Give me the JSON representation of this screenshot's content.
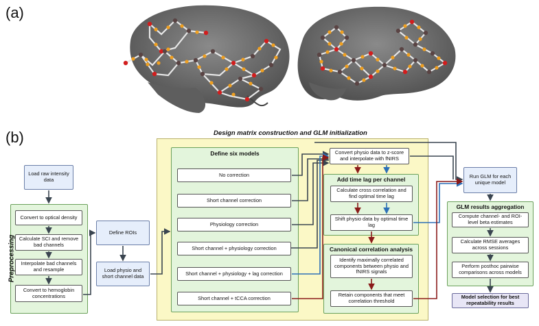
{
  "panel_a_label": "(a)",
  "panel_b_label": "(b)",
  "design_title": "Design matrix construction and GLM initialization",
  "preprocessing_title": "Preprocessing",
  "load_raw": "Load raw intensity data",
  "preprocessing_steps": [
    "Convert to optical density",
    "Calculate SCI and remove bad channels",
    "Interpolate bad channels and resample",
    "Convert to hemoglobin concentrations"
  ],
  "define_rois": "Define ROIs",
  "load_physio": "Load physio and short channel data",
  "models_title": "Define six models",
  "models": [
    "No correction",
    "Short channel correction",
    "Physiology correction",
    "Short channel + physiology correction",
    "Short channel + physiology + lag correction",
    "Short channel + tCCA correction"
  ],
  "convert_physio": "Convert physio data to z-score and interpolate with fNIRS",
  "lag_title": "Add time lag per channel",
  "lag_steps": [
    "Calculate cross correlation and find optimal time lag",
    "Shift physio data by optimal time lag"
  ],
  "cca_title": "Canonical correlation analysis",
  "cca_steps": [
    "Identify maximally correlated components between physio and fNIRS signals",
    "Retain components that meet correlation threshold"
  ],
  "run_glm": "Run GLM for each unique model",
  "glm_title": "GLM results aggregation",
  "glm_steps": [
    "Compute channel- and ROI- level beta estimates",
    "Calculate RMSE averages across sessions",
    "Perform posthoc pairwise comparisons across models"
  ],
  "model_selection": "Model selection for best repeatability results",
  "colors": {
    "green_fill": "#e3f5dc",
    "yellow_fill": "#fbf8c6",
    "blue_fill": "#e6eefb",
    "arrow_dark": "#3a4550",
    "arrow_blue": "#2c6fb7",
    "arrow_red": "#8a1a1a",
    "brain": "#6d6d6d",
    "optode_red": "#d21e1e",
    "optode_dark": "#5a4444",
    "channel_orange": "#f0a020"
  }
}
